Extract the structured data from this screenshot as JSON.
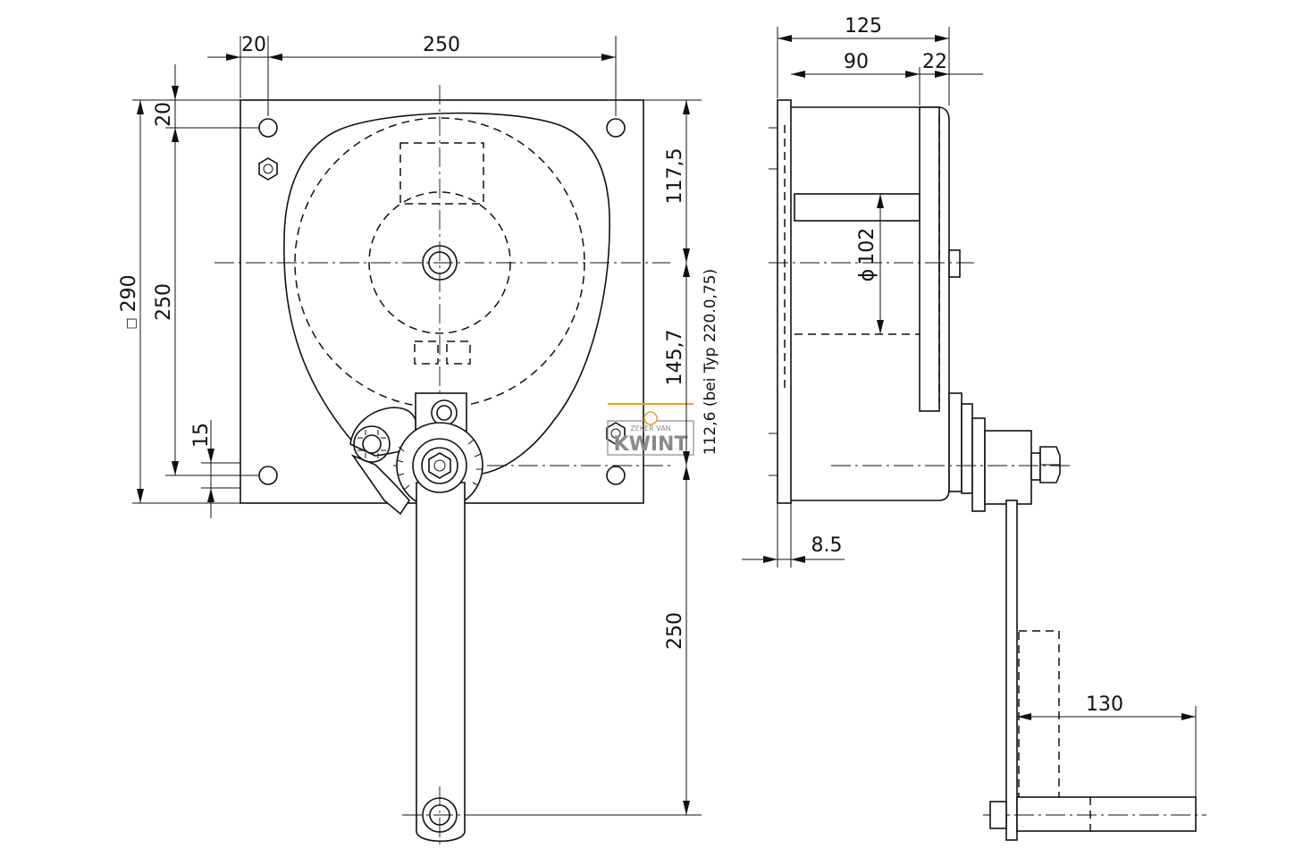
{
  "dimensions": {
    "top_20": "20",
    "top_250": "250",
    "left_20": "20",
    "left_square_290": "290",
    "left_250": "250",
    "left_15": "15",
    "right_117_5": "117,5",
    "right_145_7": "145,7",
    "right_typ_note": "112,6 (bei Typ 220.0,75)",
    "right_250": "250",
    "side_125": "125",
    "side_90": "90",
    "side_22": "22",
    "side_diameter_102": "102",
    "side_8_5": "8.5",
    "side_130": "130"
  },
  "symbols": {
    "square_symbol": "□",
    "diameter_symbol": "ϕ"
  },
  "watermark": {
    "brand": "KWINT",
    "tagline": "ZEKER VAN"
  },
  "colors": {
    "line": "#111111",
    "watermark_accent": "#e8a317",
    "watermark_text": "#8a8a8a"
  }
}
